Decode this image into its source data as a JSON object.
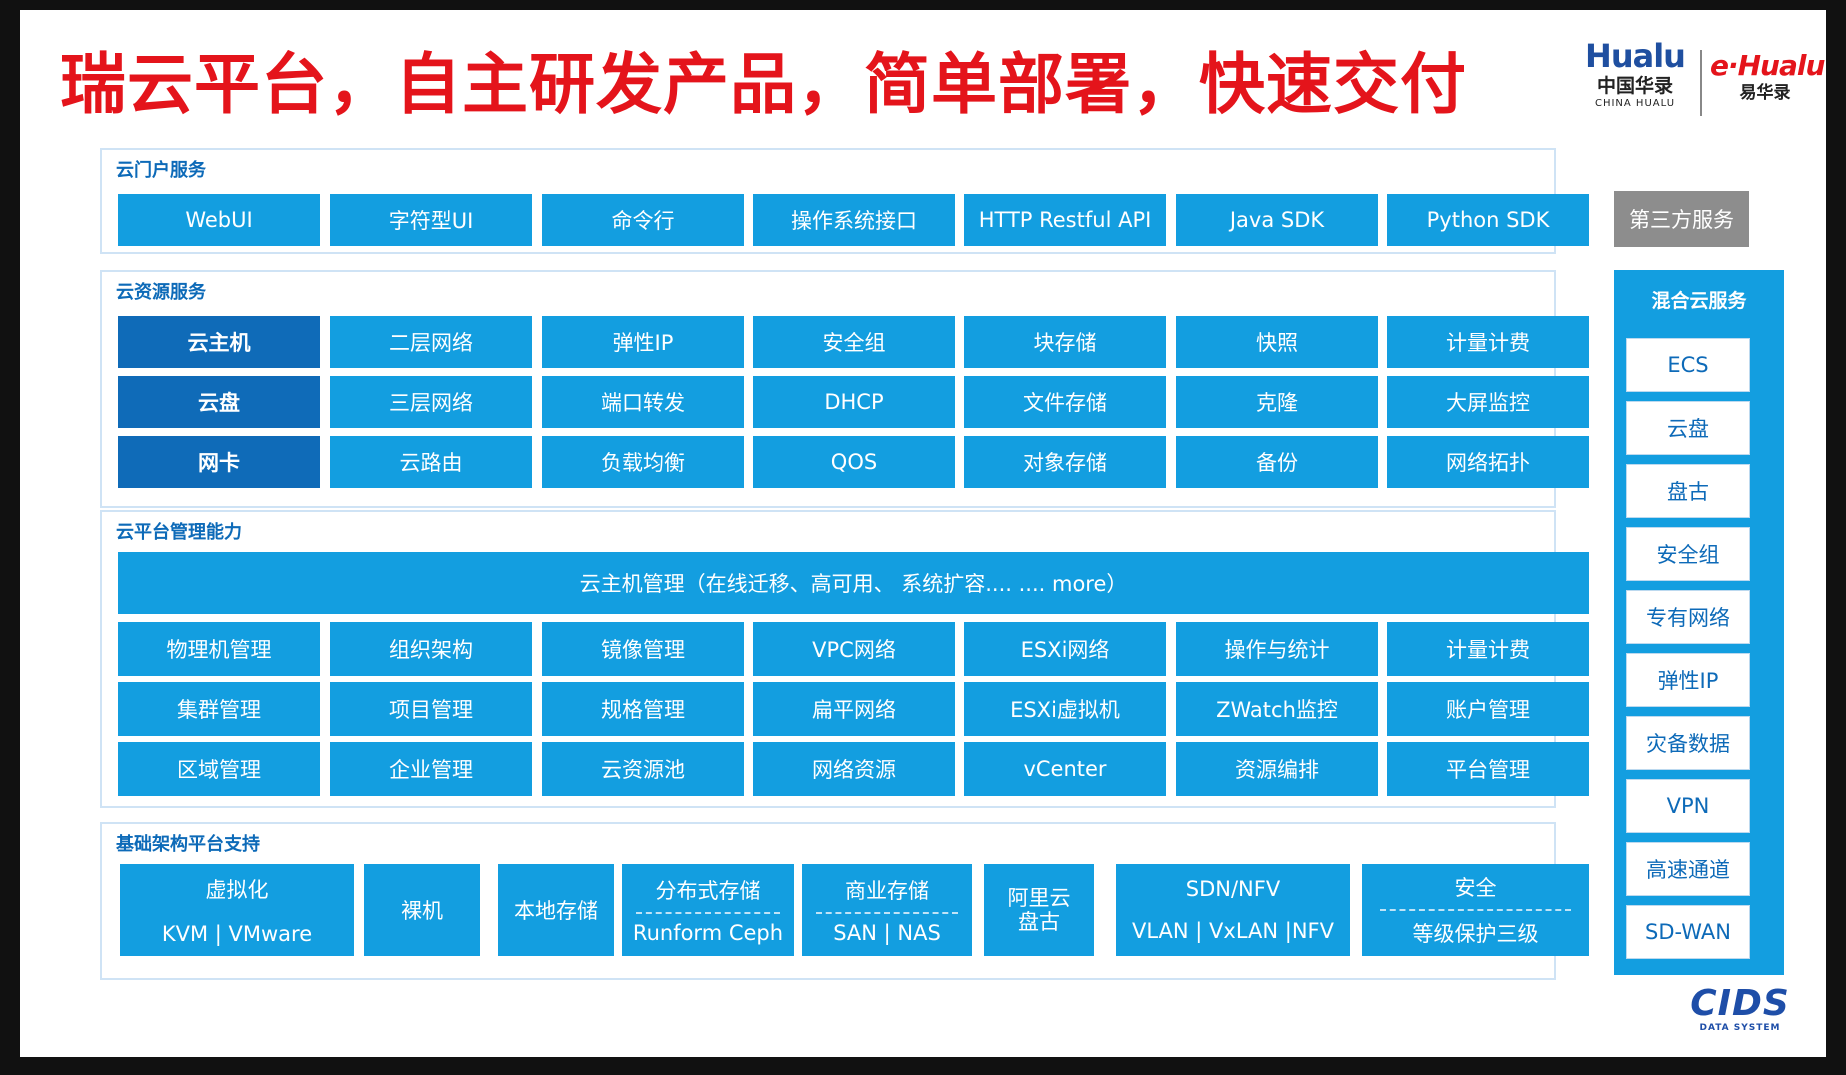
{
  "title": "瑞云平台，自主研发产品，简单部署，快速交付",
  "logos": {
    "hualu": {
      "name": "Hualu",
      "cn": "中国华录",
      "en": "CHINA HUALU"
    },
    "ehualu": {
      "name": "e·Hualu",
      "cn": "易华录"
    },
    "cids": {
      "name": "CIDS",
      "sub": "DATA SYSTEM"
    }
  },
  "portal": {
    "label": "云门户服务",
    "items": [
      "WebUI",
      "字符型UI",
      "命令行",
      "操作系统接口",
      "HTTP Restful API",
      "Java SDK",
      "Python SDK"
    ],
    "third_party": "第三方服务"
  },
  "resources": {
    "label": "云资源服务",
    "rows": [
      [
        "云主机",
        "二层网络",
        "弹性IP",
        "安全组",
        "块存储",
        "快照",
        "计量计费"
      ],
      [
        "云盘",
        "三层网络",
        "端口转发",
        "DHCP",
        "文件存储",
        "克隆",
        "大屏监控"
      ],
      [
        "网卡",
        "云路由",
        "负载均衡",
        "QOS",
        "对象存储",
        "备份",
        "网络拓扑"
      ]
    ]
  },
  "management": {
    "label": "云平台管理能力",
    "banner": "云主机管理（在线迁移、高可用、 系统扩容.... .... more）",
    "rows": [
      [
        "物理机管理",
        "组织架构",
        "镜像管理",
        "VPC网络",
        "ESXi网络",
        "操作与统计",
        "计量计费"
      ],
      [
        "集群管理",
        "项目管理",
        "规格管理",
        "扁平网络",
        "ESXi虚拟机",
        "ZWatch监控",
        "账户管理"
      ],
      [
        "区域管理",
        "企业管理",
        "云资源池",
        "网络资源",
        "vCenter",
        "资源编排",
        "平台管理"
      ]
    ]
  },
  "infra": {
    "label": "基础架构平台支持",
    "virtualization": {
      "top": "虚拟化",
      "bottom": "KVM | VMware"
    },
    "baremetal": "裸机",
    "local_storage": "本地存储",
    "distributed": {
      "top": "分布式存储",
      "bottom": "Runform Ceph"
    },
    "commercial": {
      "top": "商业存储",
      "bottom": "SAN | NAS"
    },
    "aliyun": {
      "line1": "阿里云",
      "line2": "盘古"
    },
    "sdn": {
      "top": "SDN/NFV",
      "bottom": "VLAN | VxLAN |NFV"
    },
    "security": {
      "top": "安全",
      "bottom": "等级保护三级"
    }
  },
  "hybrid": {
    "label": "混合云服务",
    "items": [
      "ECS",
      "云盘",
      "盘古",
      "安全组",
      "专有网络",
      "弹性IP",
      "灾备数据",
      "VPN",
      "高速通道",
      "SD-WAN"
    ]
  }
}
